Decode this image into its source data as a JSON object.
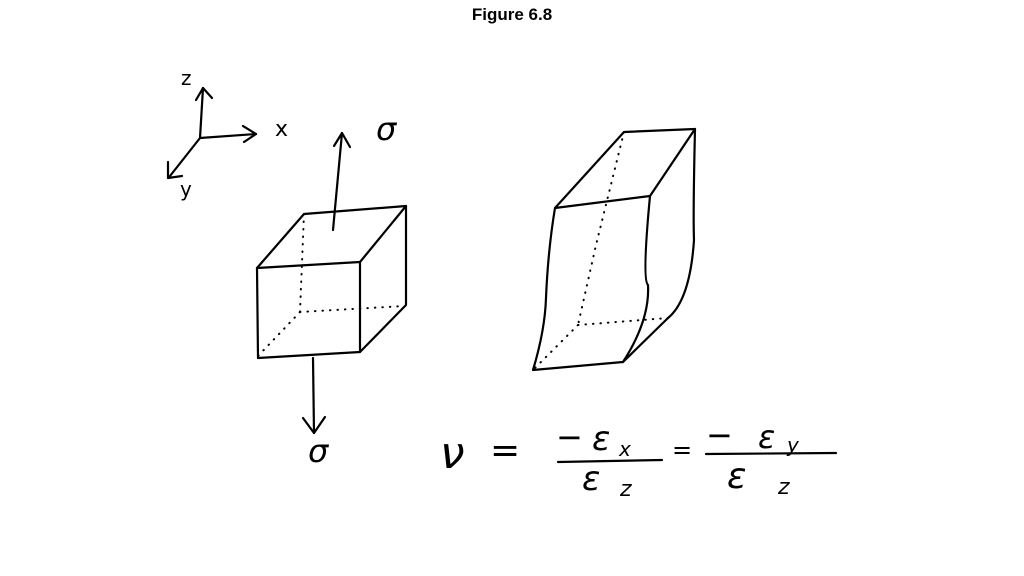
{
  "figure": {
    "title": "Figure 6.8"
  },
  "axes": {
    "z_label": "z",
    "x_label": "x",
    "y_label": "y"
  },
  "stress": {
    "top_label": "σ",
    "bottom_label": "σ"
  },
  "equation": {
    "lhs": "ν",
    "equals": "=",
    "minus_1": "−",
    "num_1": "ε",
    "num_1_sub": "x",
    "den_1": "ε",
    "den_1_sub": "z",
    "minus_2": "−",
    "num_2": "ε",
    "num_2_sub": "y",
    "den_2": "ε",
    "den_2_sub": "z"
  }
}
